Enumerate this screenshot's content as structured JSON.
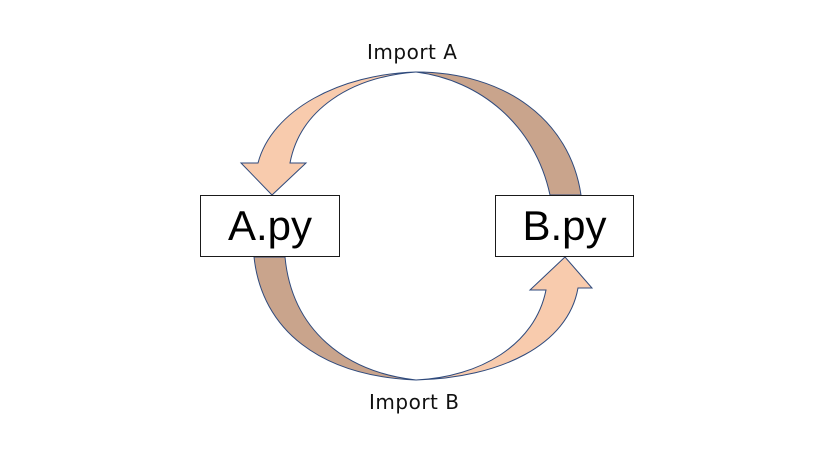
{
  "diagram": {
    "nodes": [
      {
        "id": "a",
        "label": "A.py"
      },
      {
        "id": "b",
        "label": "B.py"
      }
    ],
    "edges": [
      {
        "from": "b",
        "to": "a",
        "label": "Import A"
      },
      {
        "from": "a",
        "to": "b",
        "label": "Import B"
      }
    ],
    "colors": {
      "arrow_head_side": "#F8CBAD",
      "arrow_tail_side": "#C9A48C",
      "arrow_outline": "#2F4A7C",
      "box_border": "#1A1A1A",
      "background": "#FFFFFF"
    }
  }
}
